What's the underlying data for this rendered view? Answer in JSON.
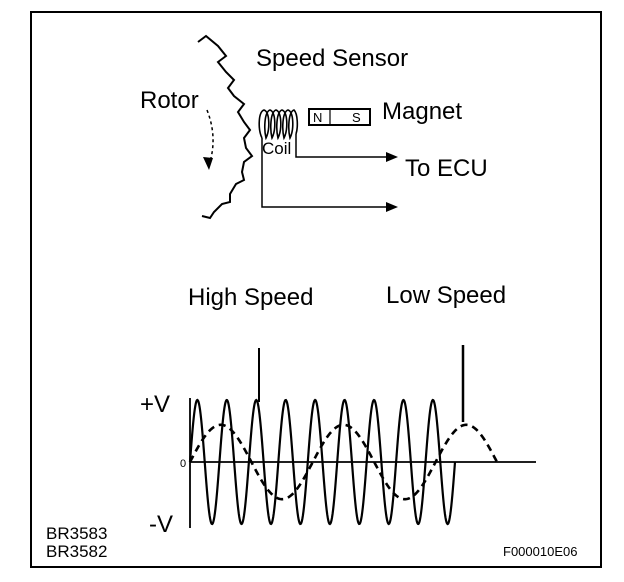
{
  "labels": {
    "speed_sensor": "Speed Sensor",
    "rotor": "Rotor",
    "magnet": "Magnet",
    "magnet_north": "N",
    "magnet_south": "S",
    "coil": "Coil",
    "to_ecu": "To ECU",
    "high_speed": "High Speed",
    "low_speed": "Low Speed",
    "plus_v": "+V",
    "minus_v": "-V",
    "zero": "0",
    "ref_1": "BR3583",
    "ref_2": "BR3582",
    "figure_id": "F000010E06"
  },
  "colors": {
    "ink": "#000000",
    "paper": "#ffffff"
  },
  "waveforms": {
    "high_speed_cycles": 9,
    "low_speed_cycles": 2.5,
    "low_speed_relative_amplitude": 0.6
  }
}
